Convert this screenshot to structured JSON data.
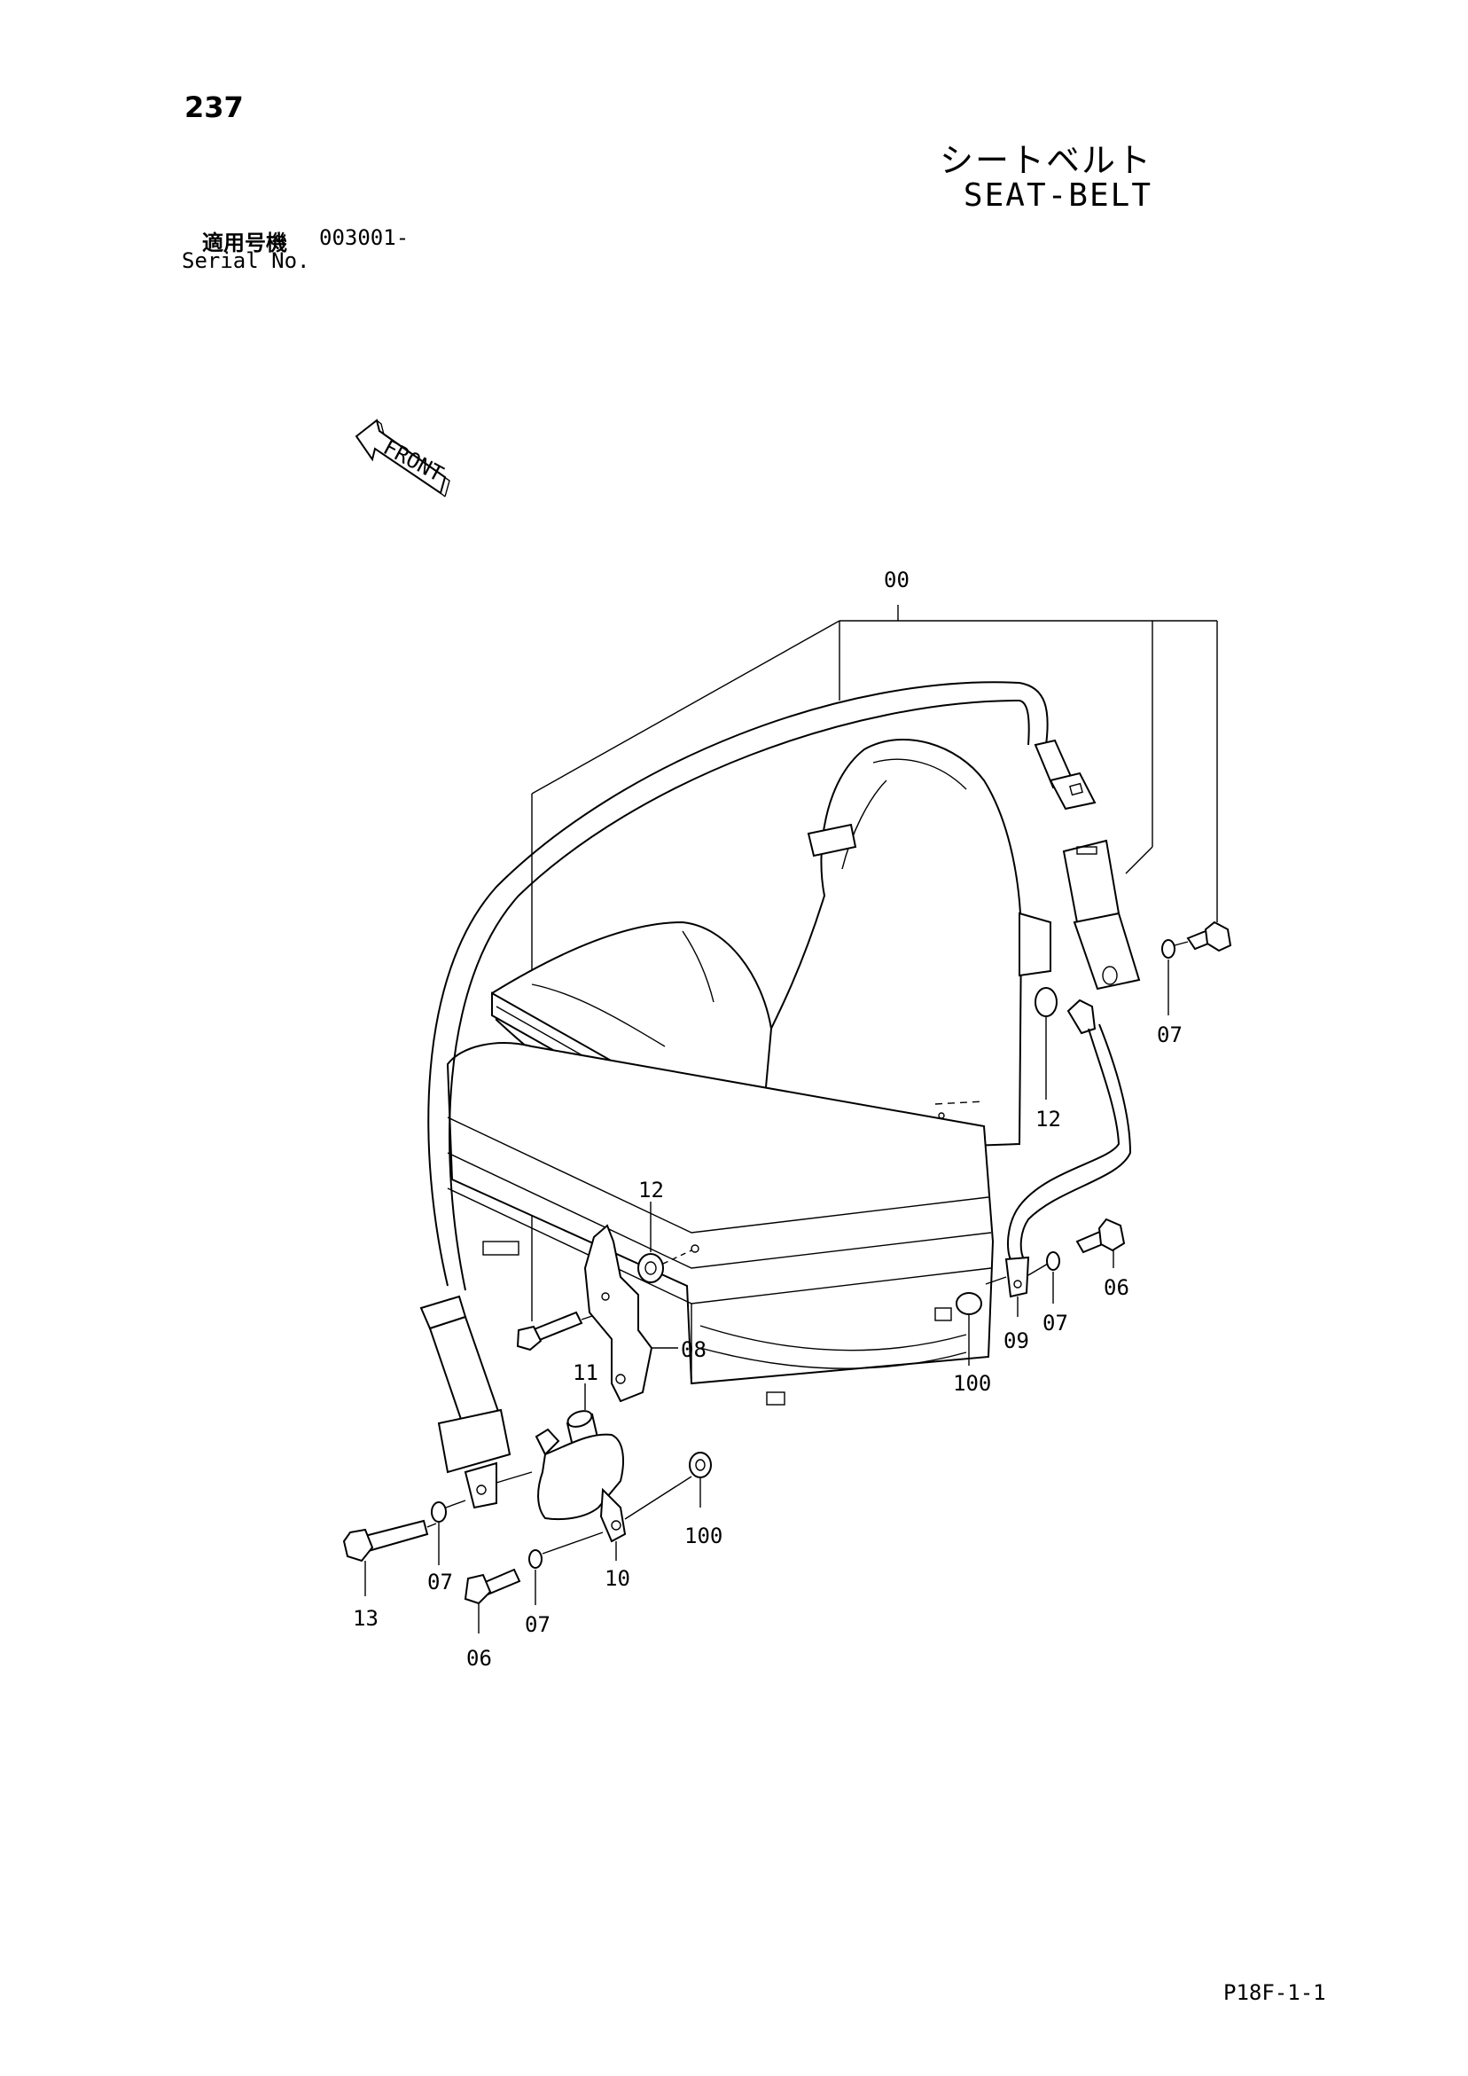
{
  "page": {
    "number": "237",
    "title_jp": "シートベルト",
    "title_en": "SEAT-BELT",
    "serial_label_jp": "適用号機",
    "serial_value": "003001-",
    "serial_label_en": "Serial No.",
    "footer_code": "P18F-1-1"
  },
  "diagram": {
    "front_label": "FRONT",
    "callouts": {
      "c00": "00",
      "c07_right": "07",
      "c12_right": "12",
      "c06_right": "06",
      "c07_right_lower": "07",
      "c09": "09",
      "c100_right": "100",
      "c12_left": "12",
      "c08": "08",
      "c11": "11",
      "c100_left": "100",
      "c10": "10",
      "c07_left": "07",
      "c13": "13",
      "c07_bottom": "07",
      "c06_left": "06"
    }
  }
}
